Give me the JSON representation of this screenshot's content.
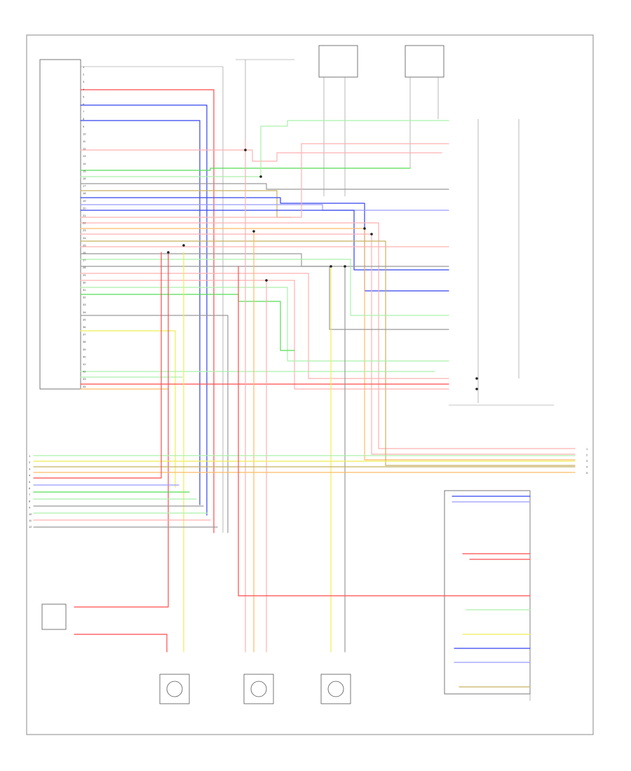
{
  "colors": {
    "red": "#ff4b4b",
    "pink": "#ffb0b0",
    "blue": "#3344ee",
    "lightblue": "#9999ff",
    "green": "#55dd55",
    "lightgreen": "#aaf0aa",
    "yellow": "#eeee55",
    "orange": "#ffbb66",
    "olive": "#c8b060",
    "gray": "#999999",
    "black": "#333333"
  },
  "labels": {
    "diagram_footer": "",
    "ground": ""
  },
  "connector_pins": [
    "1",
    "2",
    "3",
    "4",
    "5",
    "6",
    "7",
    "8",
    "9",
    "10",
    "11",
    "12",
    "13",
    "14",
    "15",
    "16",
    "17",
    "18",
    "19",
    "20",
    "21",
    "22",
    "23",
    "24",
    "25",
    "26",
    "27",
    "28",
    "29",
    "30",
    "31",
    "32",
    "33",
    "34",
    "35",
    "36",
    "37",
    "38",
    "39",
    "40",
    "41",
    "42",
    "43",
    "44"
  ],
  "left_bus_pins": [
    "1",
    "2",
    "3",
    "4",
    "5",
    "6",
    "7",
    "8",
    "9",
    "10",
    "11",
    "12"
  ],
  "right_bus_pins": [
    "1",
    "2",
    "3",
    "4",
    "5"
  ]
}
